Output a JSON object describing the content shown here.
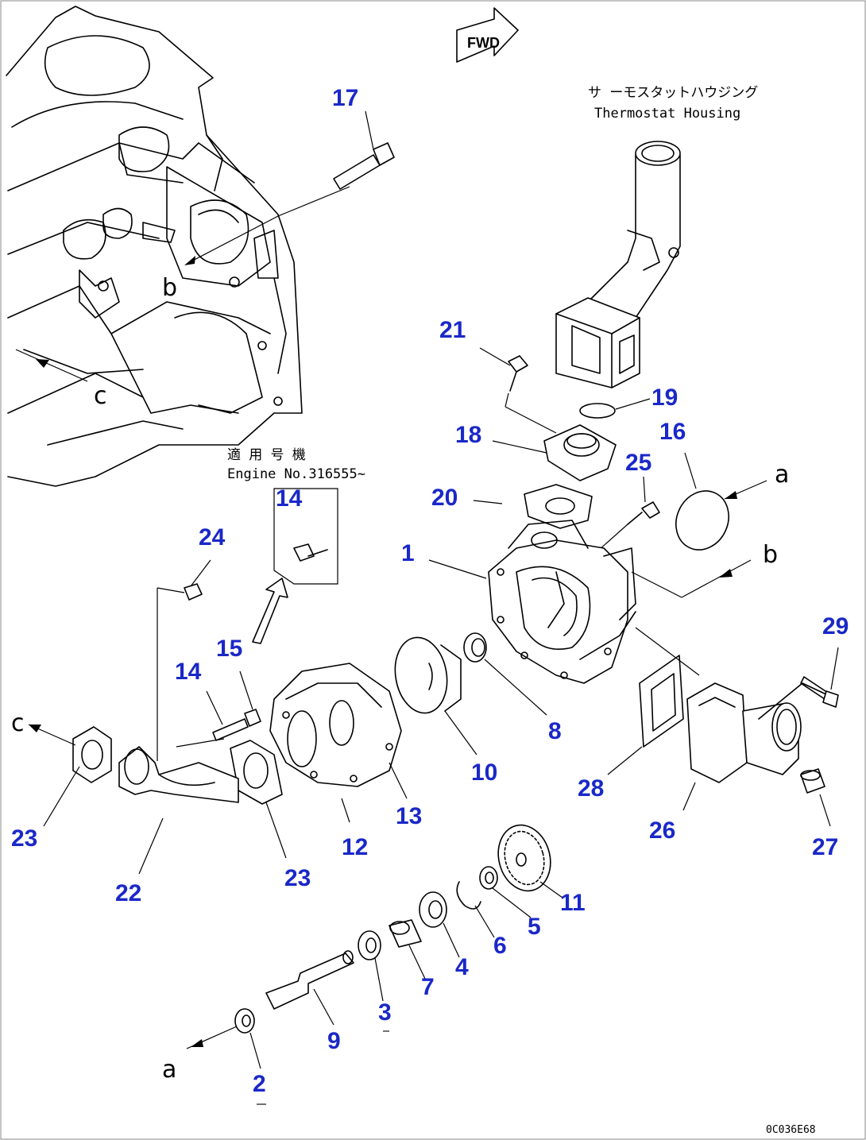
{
  "diagram": {
    "fwd_label": "FWD",
    "thermostat_housing": {
      "japanese": "サ ーモスタットハウジング",
      "english": "Thermostat Housing"
    },
    "serial_note": {
      "japanese": "適 用 号 機",
      "english": "Engine No.316555~"
    },
    "reference_letters": {
      "a_top": "a",
      "a_bottom": "a",
      "b_left": "b",
      "b_right": "b",
      "c_top": "c",
      "c_left": "c"
    },
    "drawing_id": "0C036E68",
    "labels": {
      "p1": "1",
      "p2": "2",
      "p3": "3",
      "p4": "4",
      "p5": "5",
      "p6": "6",
      "p7": "7",
      "p8": "8",
      "p9": "9",
      "p10": "10",
      "p11": "11",
      "p12": "12",
      "p13": "13",
      "p14a": "14",
      "p14b": "14",
      "p15": "15",
      "p16": "16",
      "p17": "17",
      "p18": "18",
      "p19": "19",
      "p20": "20",
      "p21": "21",
      "p22": "22",
      "p23a": "23",
      "p23b": "23",
      "p24": "24",
      "p25": "25",
      "p26": "26",
      "p27": "27",
      "p28": "28",
      "p29": "29"
    }
  }
}
